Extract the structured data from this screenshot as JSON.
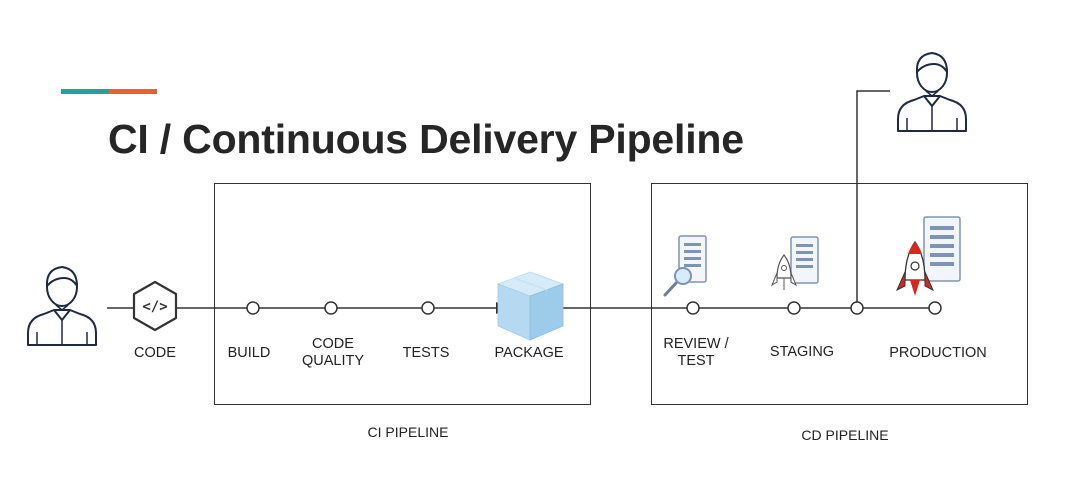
{
  "header": {
    "title": "CI / Continuous Delivery Pipeline",
    "accent_colors": [
      "#25a19a",
      "#e8632b"
    ]
  },
  "ci_pipeline": {
    "caption": "CI PIPELINE",
    "stages": [
      {
        "id": "build",
        "label": "BUILD"
      },
      {
        "id": "code_quality",
        "label_line1": "CODE",
        "label_line2": "QUALITY"
      },
      {
        "id": "tests",
        "label": "TESTS"
      },
      {
        "id": "package",
        "label": "PACKAGE",
        "icon": "package-box-icon"
      }
    ]
  },
  "cd_pipeline": {
    "caption": "CD PIPELINE",
    "stages": [
      {
        "id": "review_test",
        "label_line1": "REVIEW /",
        "label_line2": "TEST",
        "icon": "server-magnifier-icon"
      },
      {
        "id": "staging",
        "label": "STAGING",
        "icon": "server-rocket-icon"
      },
      {
        "id": "production",
        "label": "PRODUCTION",
        "icon": "server-red-rocket-icon"
      }
    ]
  },
  "source": {
    "label": "CODE",
    "icon": "code-hexagon-icon"
  },
  "actors": [
    {
      "id": "developer",
      "icon": "developer-person-icon"
    },
    {
      "id": "approver",
      "icon": "approver-person-icon"
    }
  ],
  "colors": {
    "line": "#333333",
    "package_box": "#b5d9f0",
    "server": "#7e94b5",
    "rocket_red": "#d8261f"
  }
}
